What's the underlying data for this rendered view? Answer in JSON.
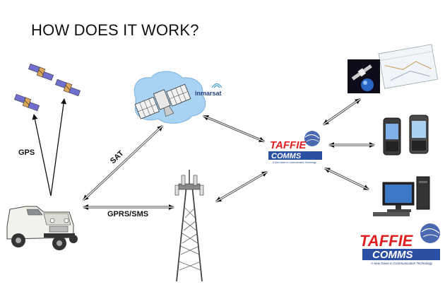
{
  "title": "HOW DOES IT WORK?",
  "edges": {
    "gps": "GPS",
    "sat": "SAT",
    "gprs": "GPRS/SMS"
  },
  "provider_label": "inmarsat",
  "brand": {
    "line1": "TAFFIE",
    "line2": "COMMS",
    "tagline": "A New Dawn in Communication Technology"
  },
  "colors": {
    "brand_red": "#e02020",
    "brand_blue": "#1f3f84",
    "sky_blue": "#8fc4ee"
  },
  "icons": [
    "gps-satellite-icon",
    "inmarsat-satellite-icon",
    "cell-tower-icon",
    "pickup-truck-icon",
    "server-icon",
    "mobile-phone-icon",
    "desktop-computer-icon"
  ]
}
